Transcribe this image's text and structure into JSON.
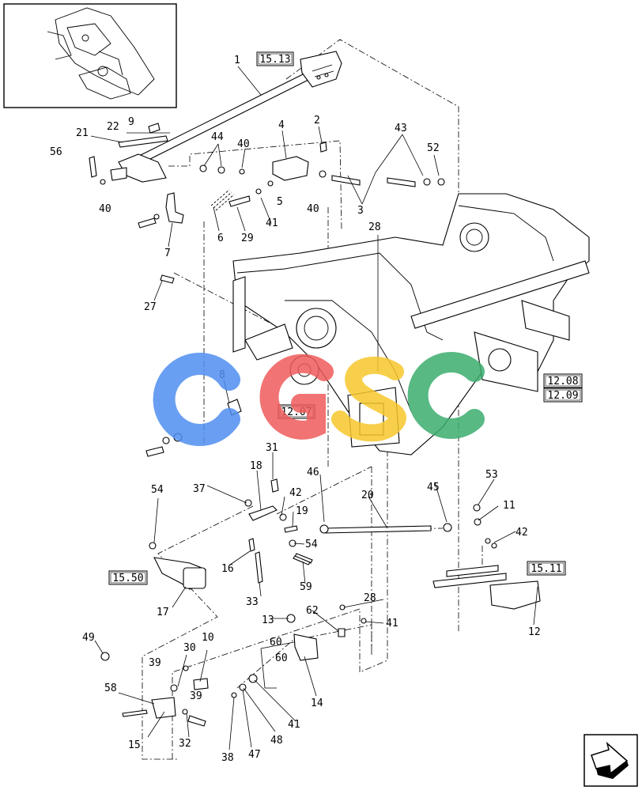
{
  "callouts": [
    "1",
    "2",
    "3",
    "4",
    "5",
    "6",
    "7",
    "8",
    "9",
    "10",
    "11",
    "12",
    "13",
    "14",
    "15",
    "16",
    "17",
    "18",
    "19",
    "20",
    "21",
    "22",
    "27",
    "28",
    "28",
    "29",
    "30",
    "31",
    "32",
    "33",
    "37",
    "38",
    "39",
    "39",
    "40",
    "40",
    "40",
    "41",
    "41",
    "41",
    "42",
    "42",
    "43",
    "44",
    "45",
    "46",
    "47",
    "48",
    "49",
    "52",
    "53",
    "54",
    "54",
    "56",
    "58",
    "59",
    "60",
    "60",
    "62"
  ],
  "refs": [
    "15.13",
    "12.07",
    "12.08",
    "12.09",
    "15.50",
    "15.11"
  ],
  "watermark": {
    "letters": [
      "C",
      "G",
      "S",
      "C"
    ],
    "colors": [
      "#4f8ef0",
      "#ef5b5b",
      "#f7c72c",
      "#3cad6e"
    ]
  },
  "nav_icon": "next-page-arrow-icon"
}
